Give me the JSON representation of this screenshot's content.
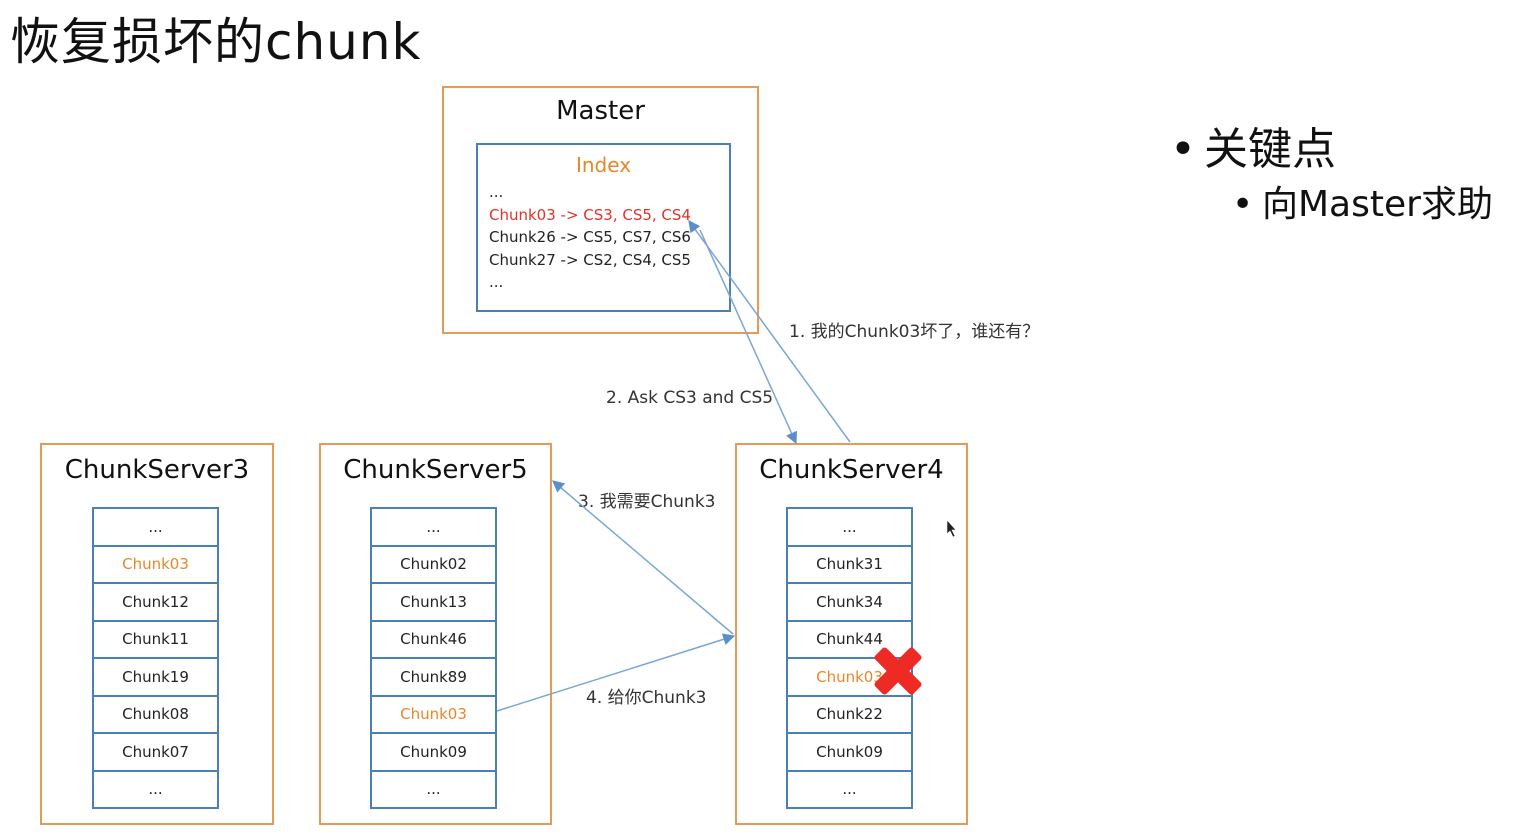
{
  "title": "恢复损坏的chunk",
  "master": {
    "title": "Master",
    "index": {
      "title": "Index",
      "lines": [
        {
          "text": "...",
          "highlight": false
        },
        {
          "text": "Chunk03 -> CS3, CS5, CS4",
          "highlight": true
        },
        {
          "text": "Chunk26 -> CS5, CS7, CS6",
          "highlight": false
        },
        {
          "text": "Chunk27 -> CS2, CS4, CS5",
          "highlight": false
        },
        {
          "text": "...",
          "highlight": false
        }
      ]
    }
  },
  "servers": [
    {
      "title": "ChunkServer3",
      "chunks": [
        {
          "text": "...",
          "highlight": false
        },
        {
          "text": "Chunk03",
          "highlight": true
        },
        {
          "text": "Chunk12",
          "highlight": false
        },
        {
          "text": "Chunk11",
          "highlight": false
        },
        {
          "text": "Chunk19",
          "highlight": false
        },
        {
          "text": "Chunk08",
          "highlight": false
        },
        {
          "text": "Chunk07",
          "highlight": false
        },
        {
          "text": "...",
          "highlight": false
        }
      ]
    },
    {
      "title": "ChunkServer5",
      "chunks": [
        {
          "text": "...",
          "highlight": false
        },
        {
          "text": "Chunk02",
          "highlight": false
        },
        {
          "text": "Chunk13",
          "highlight": false
        },
        {
          "text": "Chunk46",
          "highlight": false
        },
        {
          "text": "Chunk89",
          "highlight": false
        },
        {
          "text": "Chunk03",
          "highlight": true
        },
        {
          "text": "Chunk09",
          "highlight": false
        },
        {
          "text": "...",
          "highlight": false
        }
      ]
    },
    {
      "title": "ChunkServer4",
      "chunks": [
        {
          "text": "...",
          "highlight": false
        },
        {
          "text": "Chunk31",
          "highlight": false
        },
        {
          "text": "Chunk34",
          "highlight": false
        },
        {
          "text": "Chunk44",
          "highlight": false
        },
        {
          "text": "Chunk03",
          "highlight": true,
          "corrupted": true
        },
        {
          "text": "Chunk22",
          "highlight": false
        },
        {
          "text": "Chunk09",
          "highlight": false
        },
        {
          "text": "...",
          "highlight": false
        }
      ]
    }
  ],
  "arrows": [
    {
      "label": "1. 我的Chunk03坏了，谁还有？"
    },
    {
      "label": "2. Ask CS3 and CS5"
    },
    {
      "label": "3. 我需要Chunk3"
    },
    {
      "label": "4. 给你Chunk3"
    }
  ],
  "bullets": {
    "level1": "关键点",
    "level2": "向Master求助"
  },
  "icons": {
    "corrupted_marker": "red-x-icon",
    "cursor": "mouse-cursor-icon"
  },
  "colors": {
    "orange_border": "#e59a55",
    "blue_border": "#4a7fb8",
    "highlight_red": "#e0322a",
    "highlight_orange": "#e8862b",
    "arrow": "#7aa6d6",
    "x_mark": "#ee2a24"
  }
}
